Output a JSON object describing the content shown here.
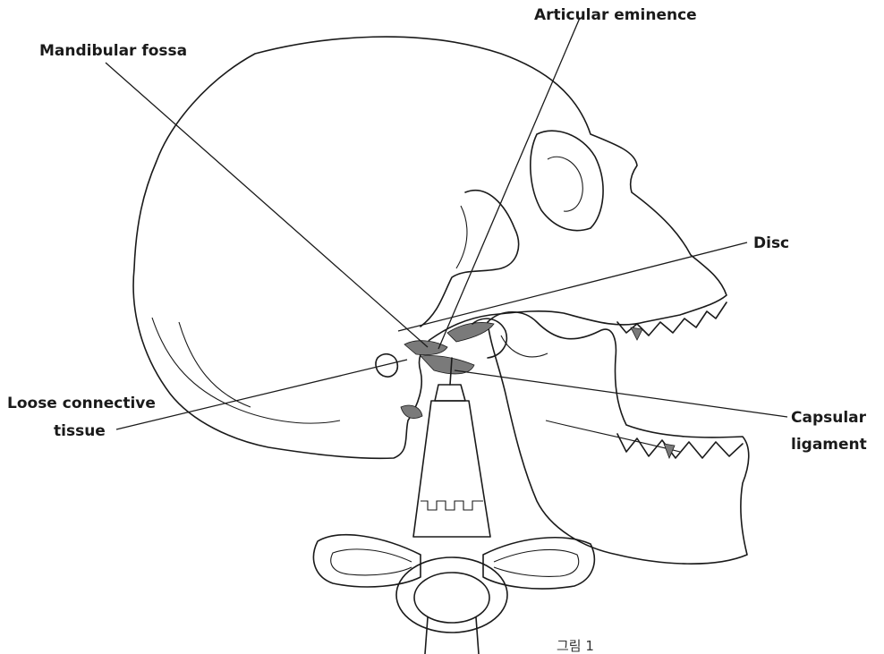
{
  "labels": {
    "articular_eminence": "Articular eminence",
    "mandibular_fossa": "Mandibular fossa",
    "disc": "Disc",
    "loose_connective_tissue_line1": "Loose connective",
    "loose_connective_tissue_line2": "tissue",
    "capsular_ligament_line1": "Capsular",
    "capsular_ligament_line2": "ligament"
  },
  "caption": "그림 1",
  "colors": {
    "ink": "#1a1a1a",
    "shading": "#7a7a7a",
    "background": "#ffffff"
  }
}
